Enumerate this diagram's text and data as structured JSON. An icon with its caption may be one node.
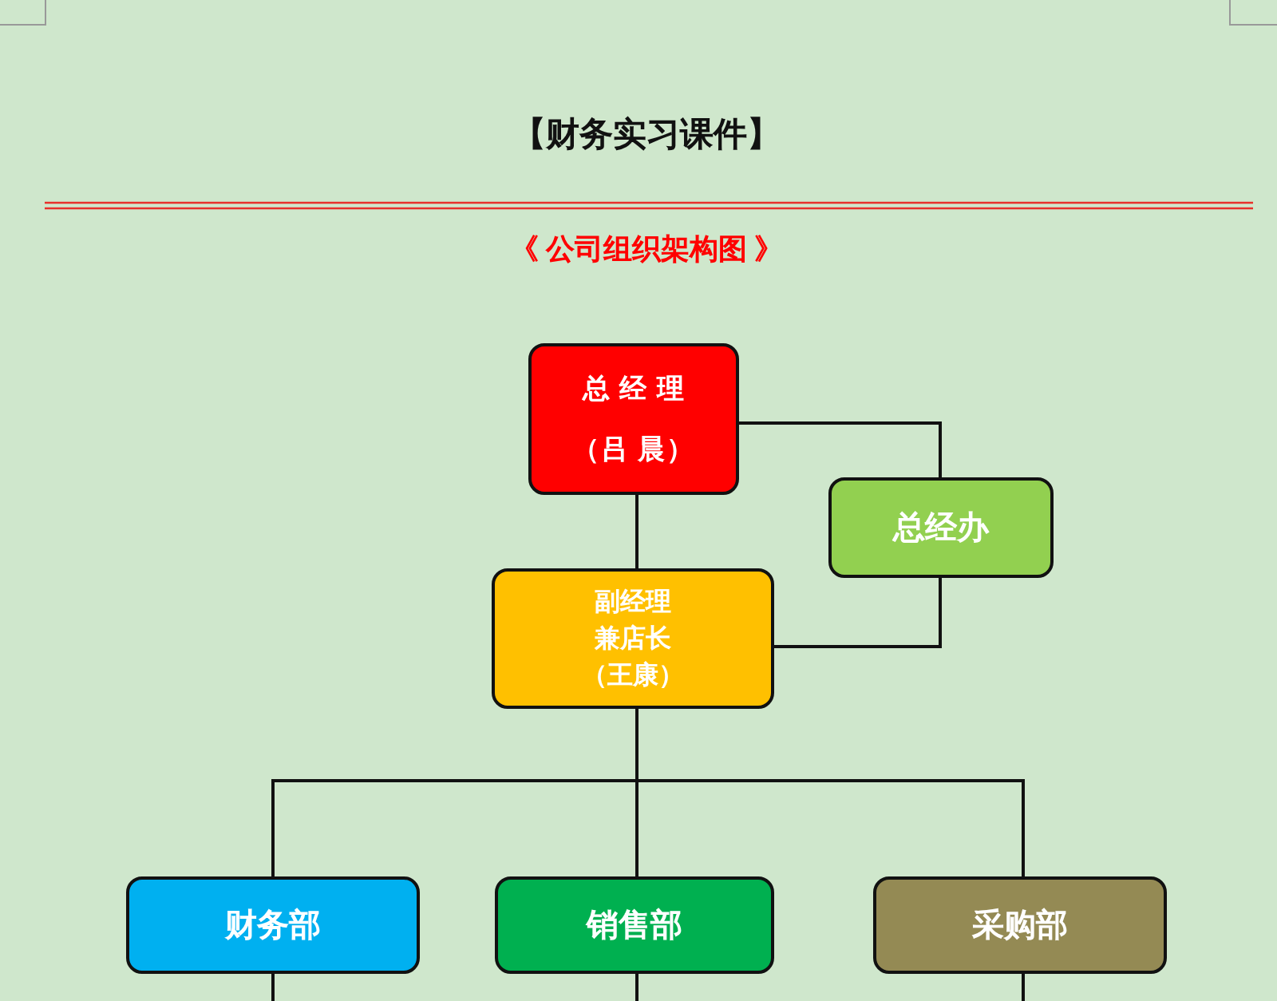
{
  "diagram": {
    "title": "【财务实习课件】",
    "nodes": [
      {
        "text": [
          "总 经 理",
          "（吕 晨）"
        ]
      },
      {
        "text": [
          "总经办"
        ]
      },
      {
        "text": [
          "副经理兼店长",
          "（王康）"
        ]
      },
      {
        "text": [
          "财务部"
        ]
      },
      {
        "text": [
          "销售部"
        ]
      },
      {
        "text": [
          "采购部"
        ]
      }
    ],
    "edges": [
      {
        "from": 0,
        "to": 1,
        "arrow": "none"
      },
      {
        "from": 1,
        "to": 2,
        "arrow": "none"
      },
      {
        "from": 0,
        "to": 2,
        "arrow": "none"
      },
      {
        "from": 2,
        "to": 3,
        "arrow": "none"
      },
      {
        "from": 2,
        "to": 4,
        "arrow": "none"
      },
      {
        "from": 2,
        "to": 5,
        "arrow": "none"
      },
      {
        "from": 3,
        "to": null,
        "arrow": "none"
      },
      {
        "from": 4,
        "to": null,
        "arrow": "none"
      },
      {
        "from": 5,
        "to": null,
        "arrow": "none"
      }
    ],
    "labels": [
      "《 公司组织架构图 》"
    ]
  }
}
